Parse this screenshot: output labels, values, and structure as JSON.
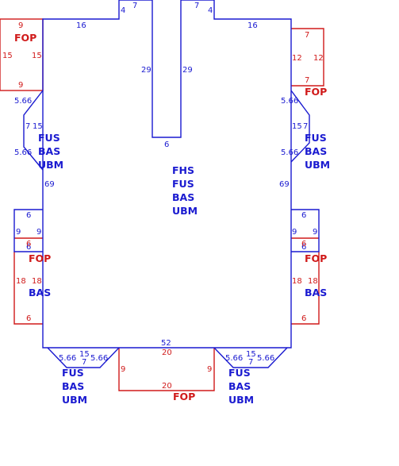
{
  "colors": {
    "outline": "#1a1ad0",
    "fop": "#d01a1a",
    "background": "#ffffff"
  },
  "dimensions": {
    "top_left_width": "16",
    "top_right_width": "16",
    "notch_step_left": "4",
    "notch_step_right": "4",
    "notch_edge_left": "7",
    "notch_edge_right": "7",
    "notch_depth_left": "29",
    "notch_depth_right": "29",
    "notch_bottom": "6",
    "side_left": "69",
    "side_right": "69",
    "bottom_width": "52",
    "fop_tl_top": "9",
    "fop_tl_bottom": "9",
    "fop_tl_left": "15",
    "fop_tl_right": "15",
    "fop_tr_top": "7",
    "fop_tr_bottom": "7",
    "fop_tr_left": "12",
    "fop_tr_right": "12",
    "chamfer_l_top": "5.66",
    "chamfer_l_bottom": "5.66",
    "chamfer_l_outer": "7",
    "chamfer_l_inner": "15",
    "chamfer_r_top": "5.66",
    "chamfer_r_bottom": "5.66",
    "chamfer_r_outer": "7",
    "chamfer_r_inner": "15",
    "bas_l_top": "6",
    "bas_l_left": "9",
    "bas_l_right": "9",
    "bas_l_mid": "6",
    "bas_l_low": "6",
    "bas_l_fop_left": "18",
    "bas_l_fop_right": "18",
    "bas_l_fop_bottom": "6",
    "bas_r_top": "6",
    "bas_r_left": "9",
    "bas_r_right": "9",
    "bas_r_mid": "6",
    "bas_r_low": "6",
    "bas_r_fop_left": "18",
    "bas_r_fop_right": "18",
    "bas_r_fop_bottom": "6",
    "bl_left": "5.66",
    "bl_top": "15",
    "bl_right": "5.66",
    "bl_bottom": "7",
    "br_left": "5.66",
    "br_top": "15",
    "br_right": "5.66",
    "br_bottom": "7",
    "fop_bottom_top": "20",
    "fop_bottom_bottom": "20",
    "fop_bottom_left": "9",
    "fop_bottom_right": "9"
  },
  "labels": {
    "fop": "FOP",
    "fus": "FUS",
    "bas": "BAS",
    "ubm": "UBM",
    "fhs": "FHS"
  }
}
